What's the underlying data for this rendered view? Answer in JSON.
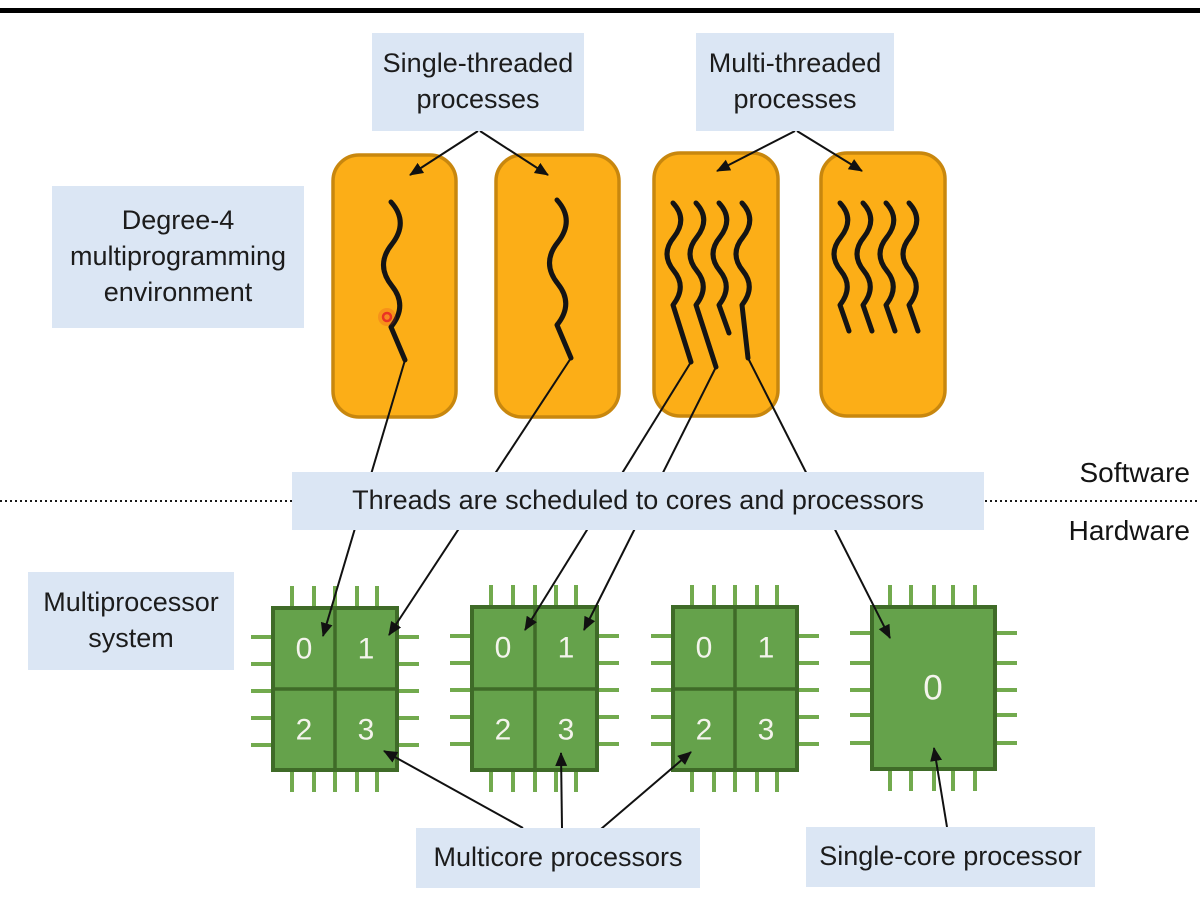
{
  "labels": {
    "single_threaded": {
      "lines": [
        "Single-threaded",
        "processes"
      ]
    },
    "multi_threaded": {
      "lines": [
        "Multi-threaded",
        "processes"
      ]
    },
    "degree4": {
      "lines": [
        "Degree-4",
        "multiprogramming",
        "environment"
      ]
    },
    "threads_scheduled": {
      "text": "Threads are scheduled to cores and processors"
    },
    "multiprocessor": {
      "lines": [
        "Multiprocessor",
        "system"
      ]
    },
    "multicore": {
      "text": "Multicore processors"
    },
    "single_core": {
      "text": "Single-core processor"
    },
    "software": {
      "text": "Software"
    },
    "hardware": {
      "text": "Hardware"
    }
  },
  "chips": [
    {
      "name": "multicore-processor-1",
      "cores": [
        "0",
        "1",
        "2",
        "3"
      ]
    },
    {
      "name": "multicore-processor-2",
      "cores": [
        "0",
        "1",
        "2",
        "3"
      ]
    },
    {
      "name": "multicore-processor-3",
      "cores": [
        "0",
        "1",
        "2",
        "3"
      ]
    },
    {
      "name": "single-core-processor",
      "cores": [
        "0"
      ]
    }
  ],
  "colors": {
    "label_bg": "#dbe6f4",
    "process_fill": "#fcae17",
    "process_border": "#c8870e",
    "chip_fill": "#65a24b",
    "chip_border": "#3f6b28",
    "pin_green": "#72aa4e",
    "line_black": "#111111",
    "red_dot": "#ea3323",
    "top_bar": "#000000"
  }
}
